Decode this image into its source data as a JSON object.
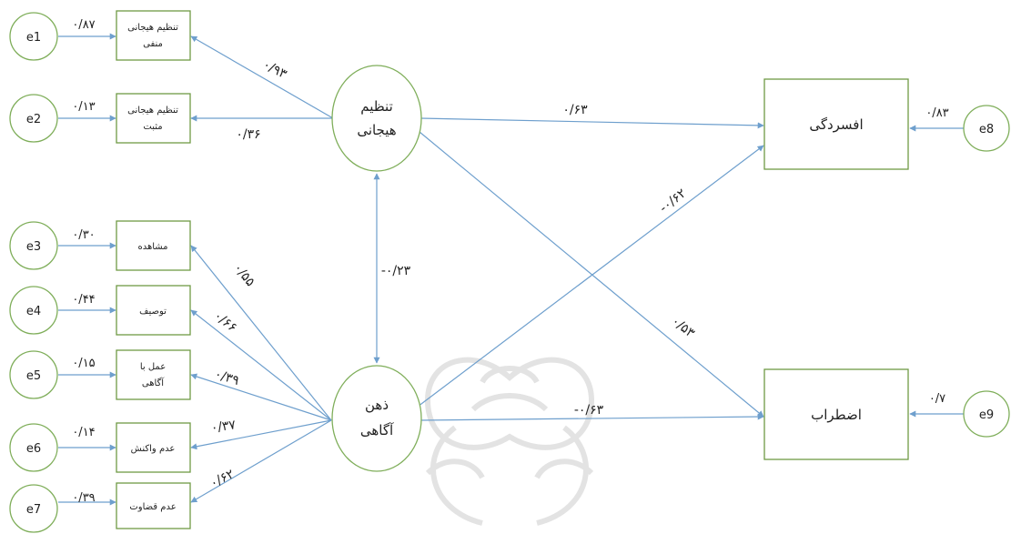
{
  "errors": [
    "e1",
    "e2",
    "e3",
    "e4",
    "e5",
    "e6",
    "e7",
    "e8",
    "e9"
  ],
  "observed": {
    "neg_emotion_reg": [
      "تنظیم هیجانی",
      "منفی"
    ],
    "pos_emotion_reg": [
      "تنظیم هیجانی",
      "مثبت"
    ],
    "observe": "مشاهده",
    "describe": "توصیف",
    "act_awareness": [
      "عمل با",
      "آگاهی"
    ],
    "nonreact": "عدم واکنش",
    "nonjudge": "عدم قضاوت"
  },
  "latent": {
    "emotion_reg": [
      "تنظیم",
      "هیجانی"
    ],
    "mindfulness": [
      "ذهن",
      "آگاهی"
    ]
  },
  "outcomes": {
    "depression": "افسردگی",
    "anxiety": "اضطراب"
  },
  "coefficients": {
    "e1": "۰/۸۷",
    "e2": "۰/۱۳",
    "e3": "۰/۳۰",
    "e4": "۰/۴۴",
    "e5": "۰/۱۵",
    "e6": "۰/۱۴",
    "e7": "۰/۳۹",
    "e8": "۰/۸۳",
    "e9": "۰/۷",
    "er_neg": "۰/۹۳",
    "er_pos": "۰/۳۶",
    "mf_observe": "۰/۵۵",
    "mf_describe": "۰/۶۶",
    "mf_act": "۰/۳۹",
    "mf_nonreact": "۰/۳۷",
    "mf_nonjudge": "۰/۶۲",
    "er_mf": "-۰/۲۳",
    "er_dep": "۰/۶۳",
    "er_anx": "۰/۵۳",
    "mf_dep": "-۰/۶۲",
    "mf_anx": "-۰/۶۳"
  },
  "colors": {
    "arrow": "#6e9fcd",
    "node_border": "#7fae5a",
    "watermark": "#e3e3e3"
  }
}
